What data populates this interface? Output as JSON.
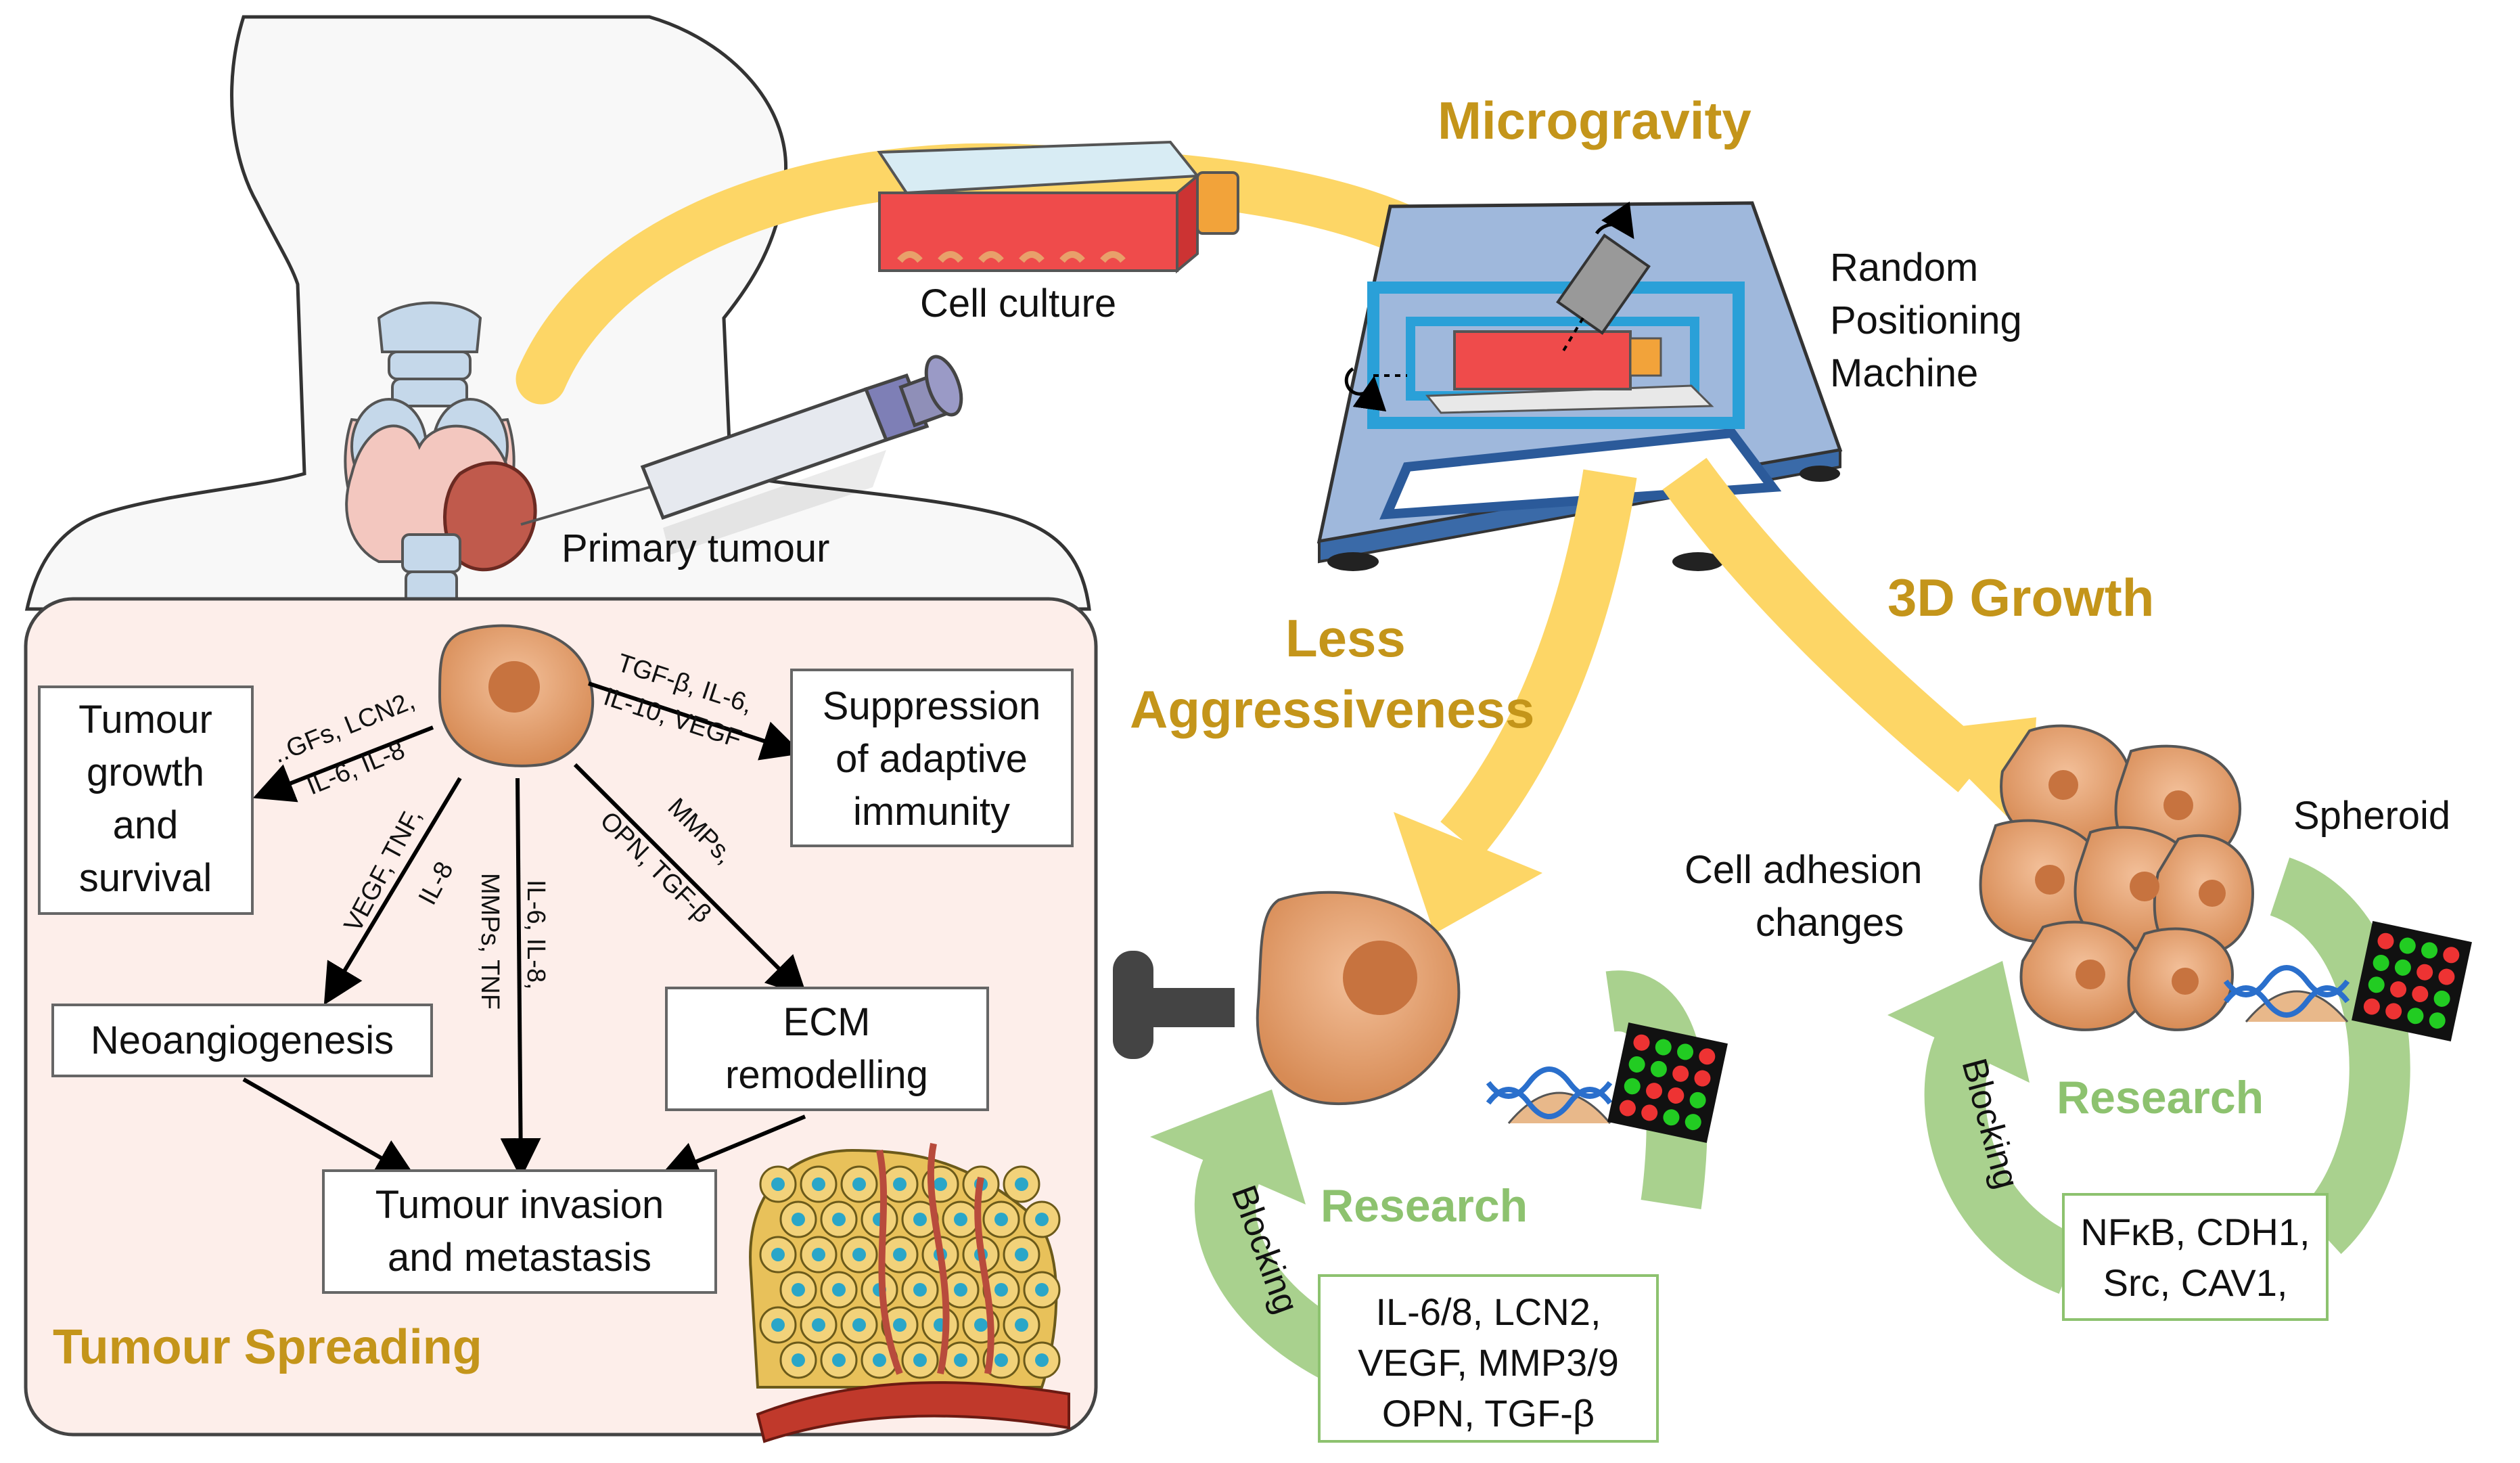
{
  "labels": {
    "microgravity": "Microgravity",
    "cell_culture": "Cell culture",
    "rpm_line1": "Random",
    "rpm_line2": "Positioning",
    "rpm_line3": "Machine",
    "primary_tumour": "Primary tumour",
    "less_line1": "Less",
    "less_line2": "Aggressiveness",
    "growth3d": "3D Growth",
    "spheroid": "Spheroid",
    "adhesion_line1": "Cell adhesion",
    "adhesion_line2": "changes",
    "research": "Research",
    "blocking": "Blocking",
    "tumour_spreading": "Tumour Spreading"
  },
  "boxes": {
    "growth": [
      "Tumour",
      "growth",
      "and",
      "survival"
    ],
    "suppression": [
      "Suppression",
      "of adaptive",
      "immunity"
    ],
    "neoangio": [
      "Neoangiogenesis"
    ],
    "ecm": [
      "ECM",
      "remodelling"
    ],
    "invasion": [
      "Tumour invasion",
      "and metastasis"
    ]
  },
  "arrow_labels": {
    "growth_a": "..GFs, LCN2,",
    "growth_b": "IL-6, IL-8",
    "supp_a": "TGF-β, IL-6,",
    "supp_b": "IL-10, VEGF",
    "neo_a": "VEGF, TNF,",
    "neo_b": "IL-8",
    "inv_a": "IL-6, IL-8,",
    "inv_b": "MMPs, TNF",
    "ecm_a": "MMPs,",
    "ecm_b": "OPN, TGF-β"
  },
  "research_left": [
    "IL-6/8, LCN2,",
    "VEGF, MMP3/9",
    "OPN, TGF-β"
  ],
  "research_right": [
    "NFκB, CDH1,",
    "Src, CAV1,"
  ],
  "colors": {
    "gold_text": "#c4951a",
    "band_yellow": "#fdd666",
    "green_arrow": "#a9d18e",
    "cell_fill": "#e0a070",
    "panel_fill": "#fdeeea",
    "flask_red": "#ef4b4b"
  }
}
